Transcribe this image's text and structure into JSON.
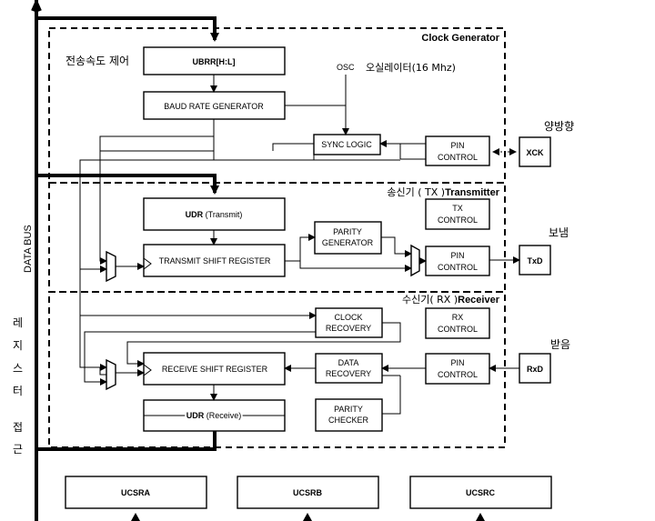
{
  "regions": {
    "clock_generator": "Clock Generator",
    "transmitter_prefix": "송신기 ( TX )",
    "transmitter": "Transmitter",
    "receiver_prefix": "수신기( RX )",
    "receiver": "Receiver"
  },
  "annotations": {
    "baud_rate_control": "전송속도 제어",
    "oscillator": "오실레이터(16 Mhz)",
    "bidirectional": "양방향",
    "send": "보냄",
    "receive": "받음",
    "register_access": [
      "레",
      "지",
      "스",
      "터",
      "접",
      "근"
    ]
  },
  "bus": {
    "label": "DATA BUS"
  },
  "blocks": {
    "ubrr": "UBRR[H:L]",
    "baud_gen": "BAUD RATE GENERATOR",
    "osc": "OSC",
    "sync_logic": "SYNC LOGIC",
    "pin_ctrl_clk": [
      "PIN",
      "CONTROL"
    ],
    "udr_tx_bold": "UDR",
    "udr_tx_rest": " (Transmit)",
    "parity_gen": [
      "PARITY",
      "GENERATOR"
    ],
    "tx_shift": "TRANSMIT SHIFT REGISTER",
    "tx_control": [
      "TX",
      "CONTROL"
    ],
    "pin_ctrl_tx": [
      "PIN",
      "CONTROL"
    ],
    "clock_recovery": [
      "CLOCK",
      "RECOVERY"
    ],
    "rx_control": [
      "RX",
      "CONTROL"
    ],
    "rx_shift": "RECEIVE SHIFT REGISTER",
    "data_recovery": [
      "DATA",
      "RECOVERY"
    ],
    "pin_ctrl_rx": [
      "PIN",
      "CONTROL"
    ],
    "udr_rx_bold": "UDR",
    "udr_rx_rest": " (Receive)",
    "parity_checker": [
      "PARITY",
      "CHECKER"
    ]
  },
  "pins": {
    "xck": "XCK",
    "txd": "TxD",
    "rxd": "RxD"
  },
  "registers": [
    "UCSRA",
    "UCSRB",
    "UCSRC"
  ]
}
